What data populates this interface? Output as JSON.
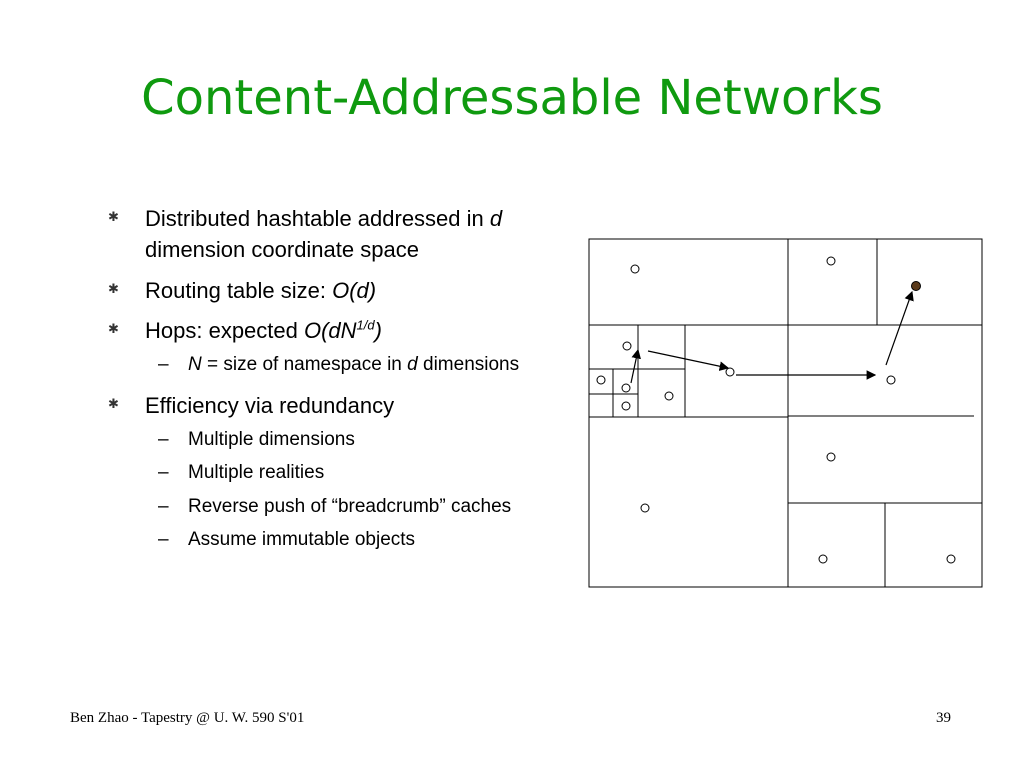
{
  "slide": {
    "title": "Content-Addressable Networks",
    "footer": "Ben Zhao - Tapestry @ U. W. 590 S'01",
    "page_number": "39"
  },
  "bullets": {
    "b1": {
      "text_a": "Distributed hashtable addressed in ",
      "em": "d",
      "text_b": " dimension coordinate space"
    },
    "b2": {
      "text": "Routing table size: ",
      "em": "O(d)"
    },
    "b3": {
      "text": "Hops: expected ",
      "em_a": "O(dN",
      "sup": "1/d",
      "em_b": ")"
    },
    "b3_sub": {
      "em_a": "N",
      "text_a": " = size of namespace in ",
      "em_b": "d",
      "text_b": " dimensions"
    },
    "b4": {
      "text": "Efficiency via redundancy"
    },
    "b4_subs": [
      "Multiple dimensions",
      "Multiple realities",
      "Reverse push of “breadcrumb” caches",
      "Assume immutable objects"
    ]
  },
  "icons": {
    "bullet": "asterisk-bullet-icon",
    "dash": "en-dash"
  },
  "colors": {
    "title": "#0f9a0f",
    "target_node": "#5a3a1a"
  }
}
